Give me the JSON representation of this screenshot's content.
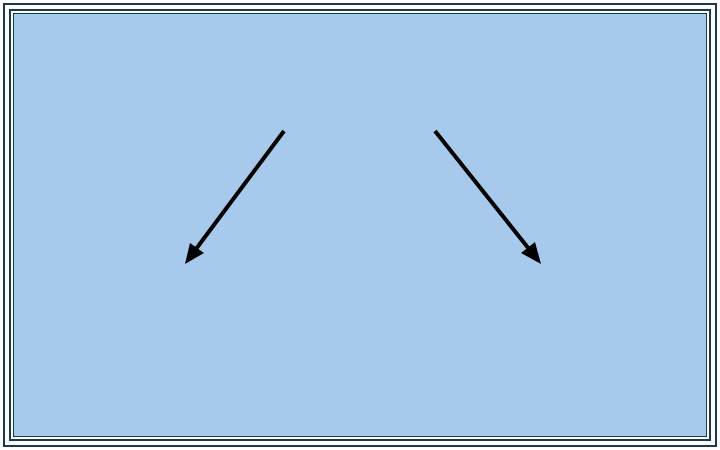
{
  "colors": {
    "background": "#a7caec",
    "frame": "#1b3a4b",
    "arrow": "#000000"
  },
  "diagram": {
    "arrows": [
      {
        "name": "left-arrow",
        "direction": "down-left"
      },
      {
        "name": "right-arrow",
        "direction": "down-right"
      }
    ]
  }
}
